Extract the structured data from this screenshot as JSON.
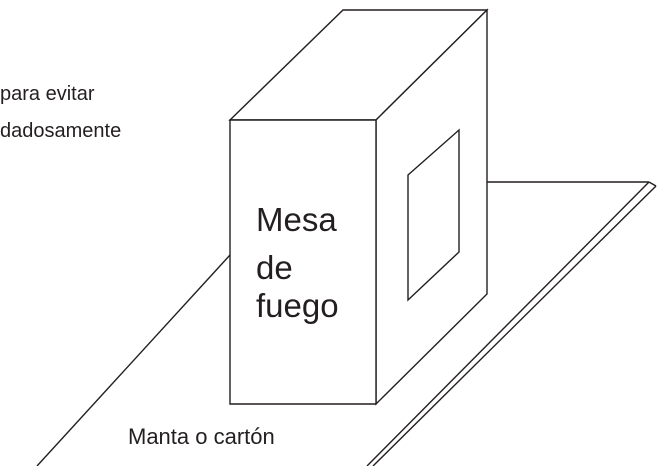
{
  "intro_text": {
    "lines": [
      "para evitar",
      "dadosamente"
    ]
  },
  "box": {
    "label_lines": [
      "Mesa",
      "de",
      "fuego"
    ]
  },
  "sheet": {
    "label": "Manta o cartón"
  },
  "colors": {
    "stroke": "#231f20",
    "text": "#231f20",
    "background": "#ffffff"
  }
}
